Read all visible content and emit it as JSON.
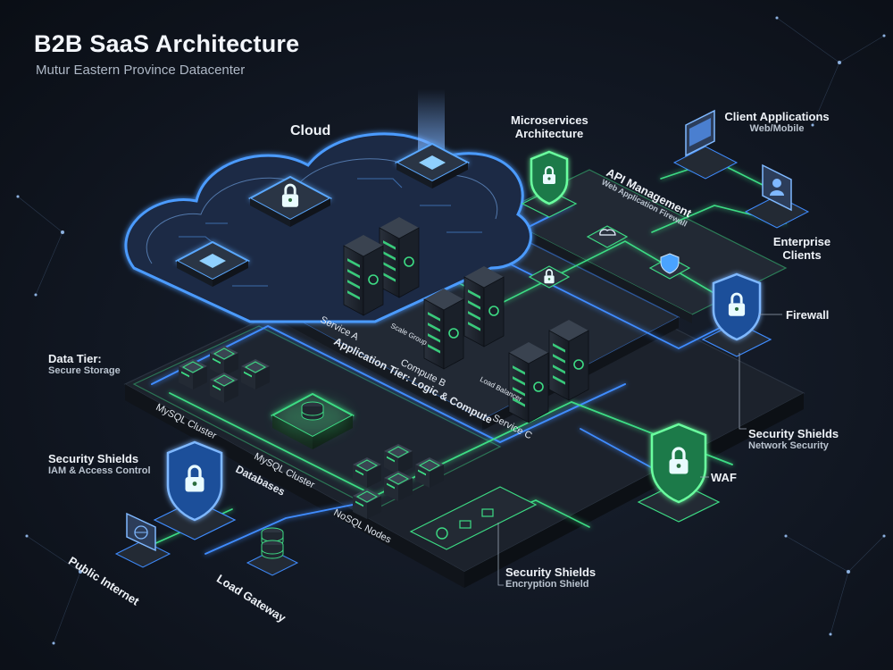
{
  "header": {
    "title": "B2B SaaS Architecture",
    "subtitle": "Mutur Eastern Province Datacenter"
  },
  "cloud": {
    "label": "Cloud"
  },
  "microservices": {
    "line1": "Microservices",
    "line2": "Architecture"
  },
  "client_apps": {
    "label": "Client Applications",
    "sub": "Web/Mobile"
  },
  "api_management": {
    "label": "API Management",
    "sub": "Web Application Firewall"
  },
  "enterprise": {
    "line1": "Enterprise",
    "line2": "Clients"
  },
  "firewall": {
    "label": "Firewall"
  },
  "security_network": {
    "label": "Security Shields",
    "sub": "Network Security"
  },
  "waf": {
    "label": "WAF"
  },
  "security_encryption": {
    "label": "Security Shields",
    "sub": "Encryption Shield"
  },
  "data_tier": {
    "label": "Data Tier:",
    "sub": "Secure Storage"
  },
  "security_iam": {
    "label": "Security Shields",
    "sub": "IAM & Access Control"
  },
  "public_internet": {
    "label": "Public Internet"
  },
  "load_gateway": {
    "label": "Load Gateway"
  },
  "app_tier": {
    "label": "Application Tier: Logic & Compute",
    "service_a": "Service A",
    "scale_group": "Scale Group",
    "compute_b": "Compute B",
    "load_balancer": "Load Balancer",
    "service_c": "Service C"
  },
  "databases": {
    "label": "Databases",
    "mysql_cluster_1": "MySQL Cluster",
    "mysql_cluster_2": "MySQL Cluster",
    "nosql": "NoSQL Nodes"
  },
  "icons": {
    "lock": "lock-icon",
    "shield": "shield-icon",
    "server": "server-rack-icon",
    "database": "database-icon",
    "monitor": "monitor-icon",
    "globe": "globe-icon",
    "cloud_upload": "cloud-upload-icon"
  },
  "colors": {
    "background": "#111722",
    "neon_blue": "#3f8cff",
    "neon_green": "#3ddc84",
    "platform": "#1c222c",
    "text": "#eef2f7"
  }
}
